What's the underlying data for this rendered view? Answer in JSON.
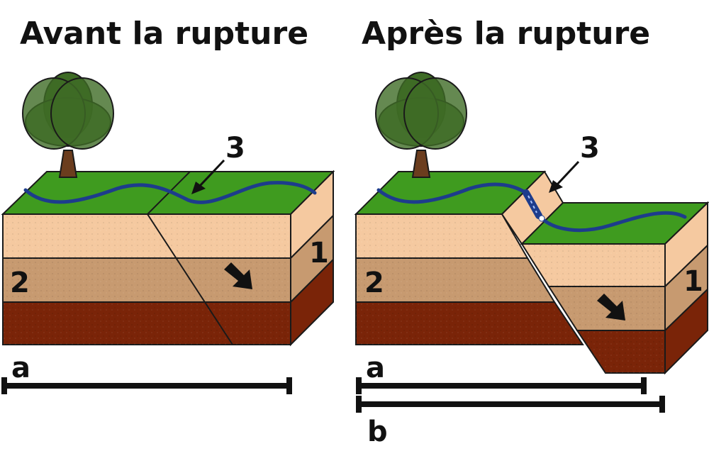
{
  "titles": {
    "before": "Avant la rupture",
    "after": "Après la rupture"
  },
  "labels": {
    "num1": "1",
    "num2": "2",
    "num3": "3",
    "a": "a",
    "b": "b"
  },
  "colors": {
    "grass": "#3f9b1f",
    "layer_light": "#f5c9a0",
    "layer_mid": "#c79a70",
    "layer_dark": "#7a2408",
    "river": "#1d3c8c",
    "tree_canopy": "#3e6b25",
    "tree_trunk": "#6b3d1e",
    "outline": "#1a1a1a"
  }
}
